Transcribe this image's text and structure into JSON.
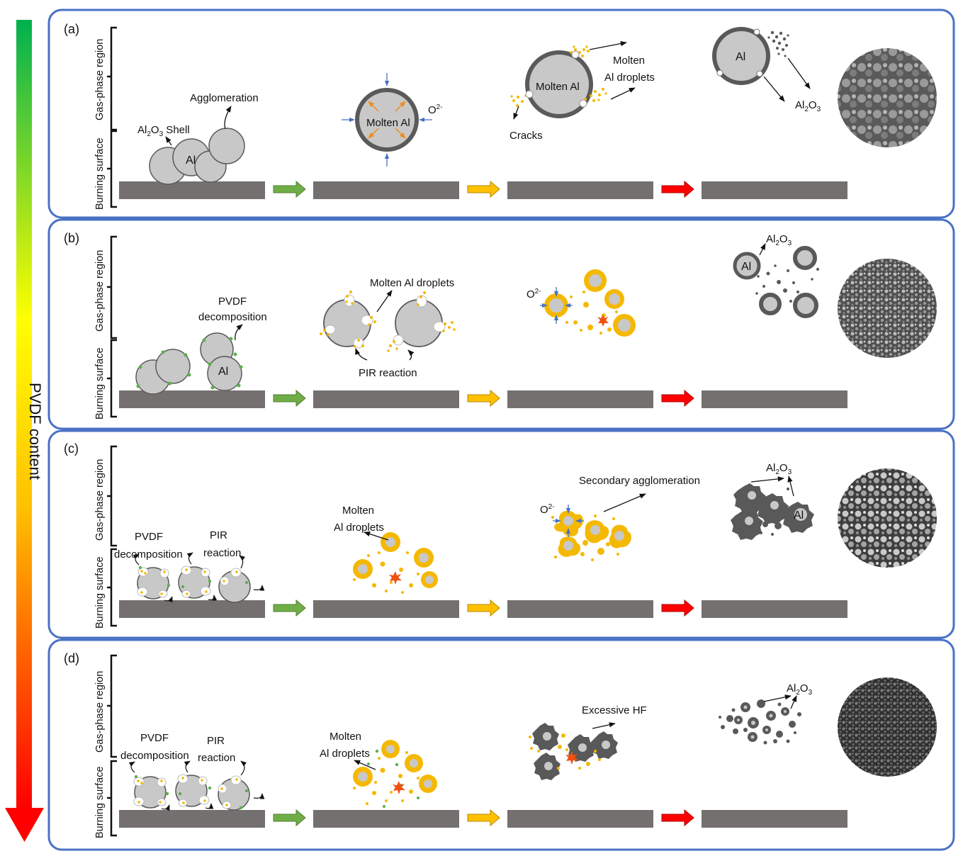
{
  "axis_label": "PVDF content",
  "region_labels": {
    "gas": "Gas-phase region",
    "surface": "Burning surface"
  },
  "common": {
    "al": "Al",
    "al2o3": "Al2O3"
  },
  "panels": [
    {
      "tag": "(a)",
      "shell": "Al2O3 Shell",
      "agglomeration": "Agglomeration",
      "molten_al": "Molten Al",
      "o2": "O2-",
      "cracks": "Cracks",
      "droplets_1": "Molten",
      "droplets_2": "Al droplets"
    },
    {
      "tag": "(b)",
      "pvdf_1": "PVDF",
      "pvdf_2": "decomposition",
      "droplets": "Molten Al droplets",
      "pir": "PIR reaction",
      "o2": "O2-"
    },
    {
      "tag": "(c)",
      "pvdf_1": "PVDF",
      "pvdf_2": "decomposition",
      "pir_1": "PIR",
      "pir_2": "reaction",
      "droplets_1": "Molten",
      "droplets_2": "Al droplets",
      "secondary": "Secondary agglomeration",
      "o2": "O2-"
    },
    {
      "tag": "(d)",
      "pvdf_1": "PVDF",
      "pvdf_2": "decomposition",
      "pir_1": "PIR",
      "pir_2": "reaction",
      "droplets_1": "Molten",
      "droplets_2": "Al droplets",
      "hf": "Excessive HF"
    }
  ],
  "colors": {
    "border": "#4a72c4",
    "bar": "#747070",
    "particle": "#c8c8c8",
    "droplet": "#f5b800",
    "oxide": "#595959",
    "arrow_green": "#70ad47",
    "arrow_yellow": "#ffc000",
    "arrow_red": "#ff0000"
  }
}
